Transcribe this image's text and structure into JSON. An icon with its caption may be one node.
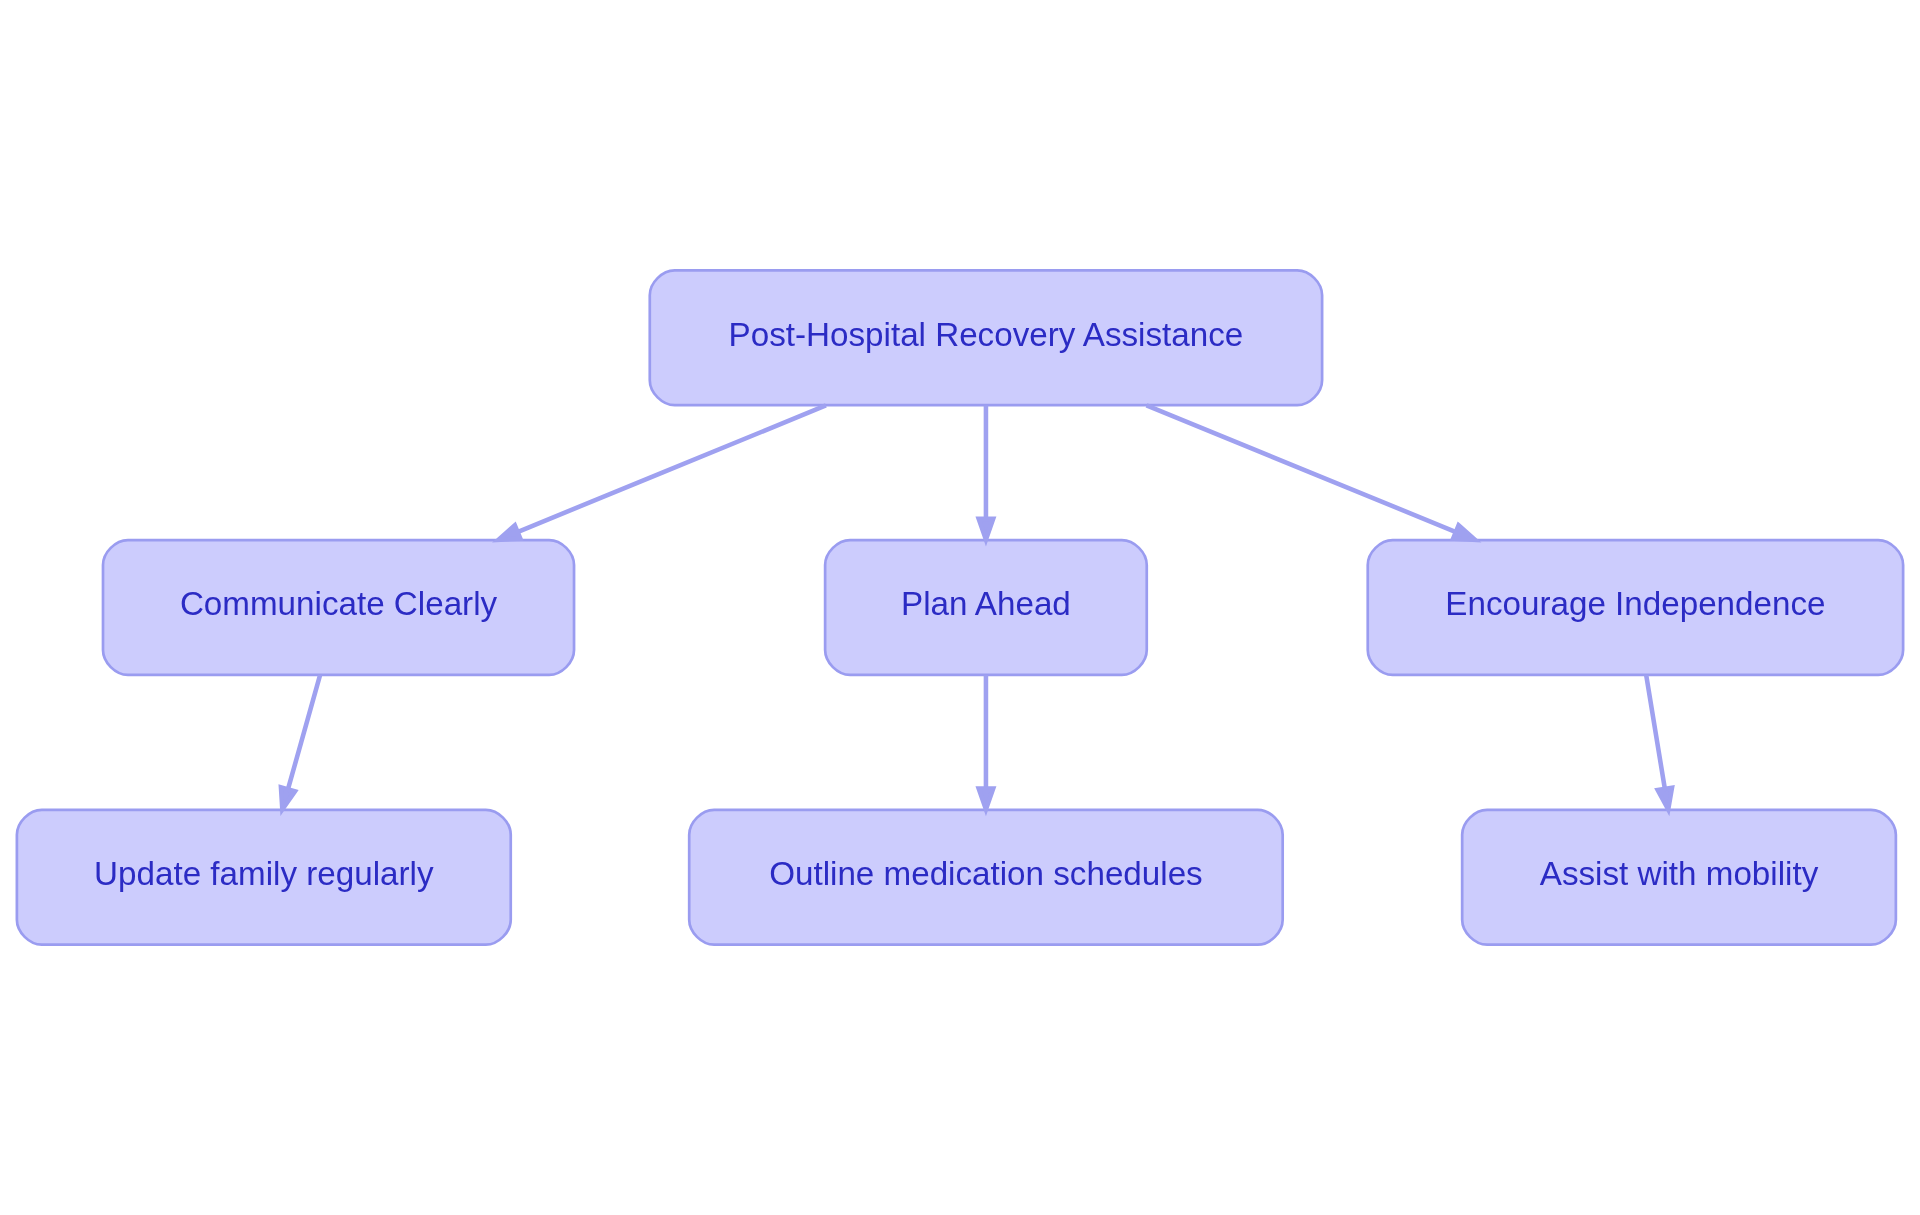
{
  "diagram": {
    "nodes": [
      {
        "text": [
          "Post-Hospital Recovery Assistance"
        ]
      },
      {
        "text": [
          "Communicate Clearly"
        ]
      },
      {
        "text": [
          "Plan Ahead"
        ]
      },
      {
        "text": [
          "Encourage Independence"
        ]
      },
      {
        "text": [
          "Update family regularly"
        ]
      },
      {
        "text": [
          "Outline medication schedules"
        ]
      },
      {
        "text": [
          "Assist with mobility"
        ]
      }
    ],
    "edges": [
      {
        "from": 0,
        "to": 1,
        "arrow": "to"
      },
      {
        "from": 0,
        "to": 2,
        "arrow": "to"
      },
      {
        "from": 0,
        "to": 3,
        "arrow": "to"
      },
      {
        "from": 1,
        "to": 4,
        "arrow": "to"
      },
      {
        "from": 2,
        "to": 5,
        "arrow": "to"
      },
      {
        "from": 3,
        "to": 6,
        "arrow": "to"
      }
    ]
  }
}
